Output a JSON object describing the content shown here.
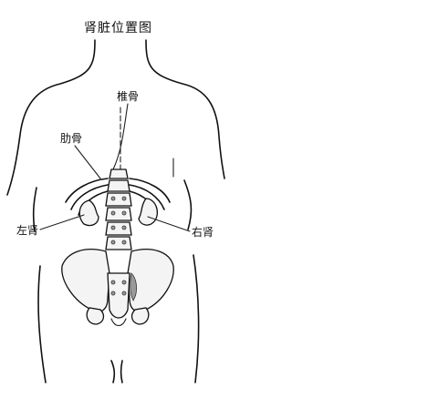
{
  "title": "肾脏位置图",
  "labels": {
    "spine": "椎骨",
    "rib": "肋骨",
    "left_kidney": "左肾",
    "right_kidney": "右肾"
  }
}
